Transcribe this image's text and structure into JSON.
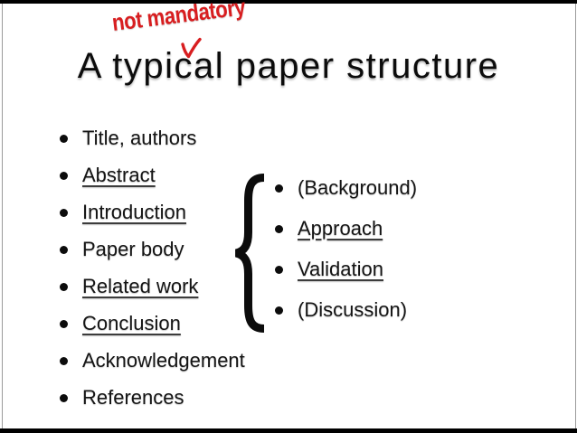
{
  "slide": {
    "title": "A typical paper structure",
    "annotation": {
      "text": "not mandatory"
    },
    "left_list": {
      "items": [
        {
          "label": "Title, authors",
          "underlined": false
        },
        {
          "label": "Abstract",
          "underlined": true
        },
        {
          "label": "Introduction",
          "underlined": true
        },
        {
          "label": "Paper body",
          "underlined": false
        },
        {
          "label": "Related work",
          "underlined": true
        },
        {
          "label": "Conclusion",
          "underlined": true
        },
        {
          "label": "Acknowledgement",
          "underlined": false
        },
        {
          "label": "References",
          "underlined": false
        }
      ]
    },
    "right_list": {
      "items": [
        {
          "label": "(Background)",
          "underlined": false
        },
        {
          "label": "Approach",
          "underlined": true
        },
        {
          "label": "Validation",
          "underlined": true
        },
        {
          "label": "(Discussion)",
          "underlined": false
        }
      ]
    },
    "icons": {
      "bullet": "•",
      "left-curly-brace": "{",
      "insertion-caret": "v"
    },
    "colors": {
      "background": "#ffffff",
      "letterbox": "#000000",
      "text": "#141414",
      "annotation_red": "#d81e20",
      "edge_border": "#9b9b9b"
    }
  }
}
